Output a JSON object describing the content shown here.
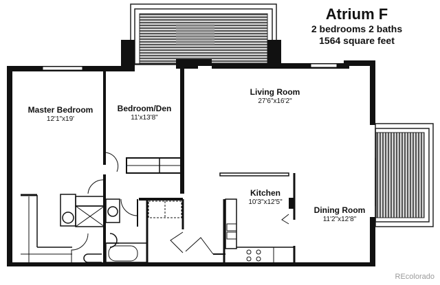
{
  "header": {
    "title": "Atrium F",
    "bedrooms_baths": "2 bedrooms 2 baths",
    "square_feet": "1564 square feet"
  },
  "rooms": [
    {
      "name": "Master Bedroom",
      "dimensions": "12'1\"x19'"
    },
    {
      "name": "Bedroom/Den",
      "dimensions": "11'x13'8\""
    },
    {
      "name": "Living Room",
      "dimensions": "27'6\"x16'2\""
    },
    {
      "name": "Kitchen",
      "dimensions": "10'3\"x12'5\""
    },
    {
      "name": "Dining Room",
      "dimensions": "11'2\"x12'8\""
    }
  ],
  "watermark": "REcolorado",
  "colors": {
    "wall": "#111111",
    "balcony_fill": "#7a7a7a",
    "background": "#ffffff"
  }
}
